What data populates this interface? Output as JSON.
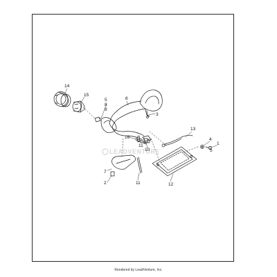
{
  "callouts": {
    "c1": "1",
    "c2": "2",
    "c3": "3",
    "c4": "4",
    "c5": "5",
    "c6": "6",
    "c7": "7",
    "c8": "8",
    "c9": "9",
    "c10": "10",
    "c11a": "11",
    "c11b": "11",
    "c12": "12",
    "c13": "13",
    "c14": "14",
    "c15": "15",
    "c16": "16"
  },
  "watermark": "LEADVENTURE",
  "footer": "Rendered by LeadVenture, Inc.",
  "colors": {
    "line": "#1a1a1a",
    "frame": "#2a2a2a",
    "watermark": "#d7d7d7"
  }
}
